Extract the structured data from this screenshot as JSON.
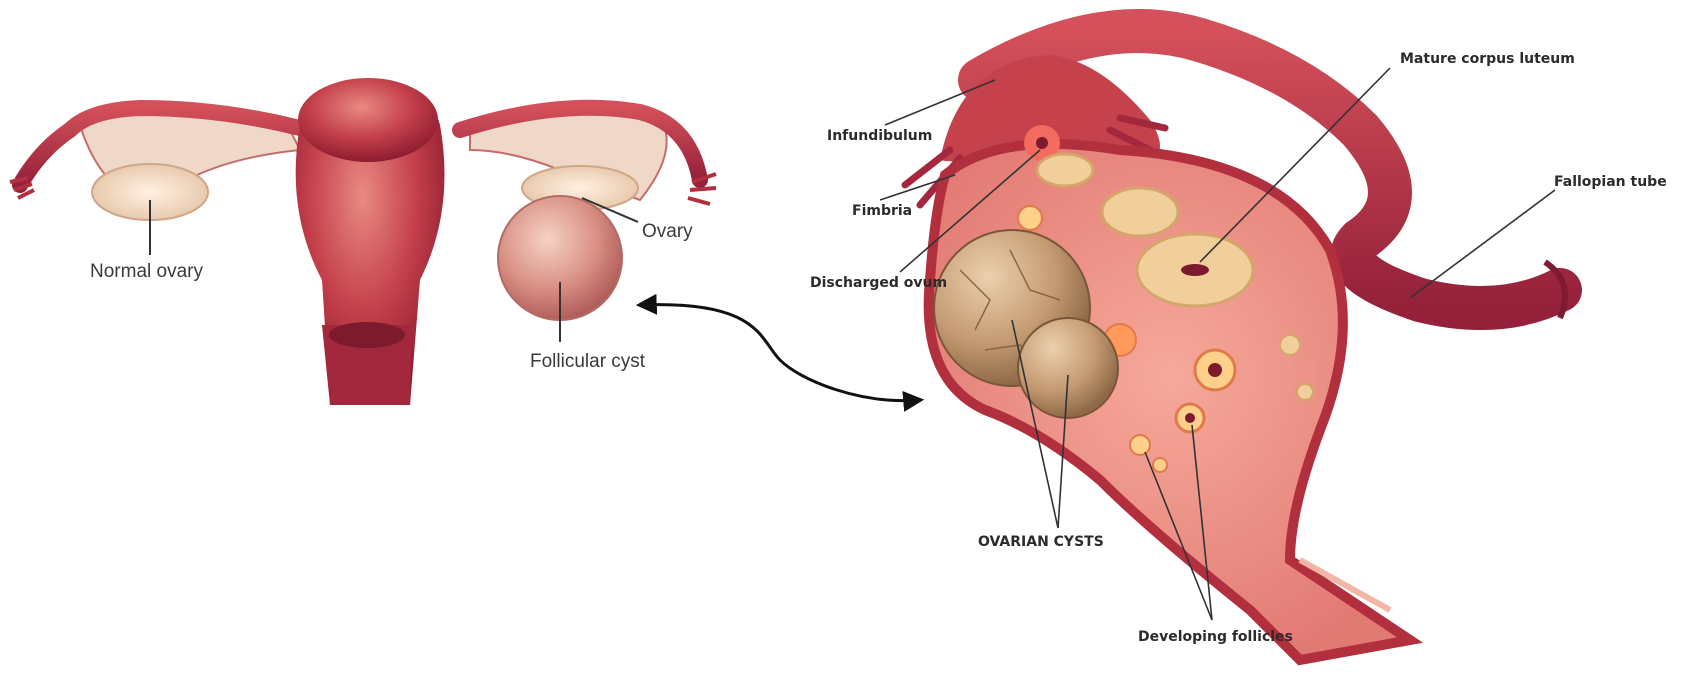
{
  "left_figure": {
    "labels": {
      "normal_ovary": "Normal ovary",
      "ovary": "Ovary",
      "follicular_cyst": "Follicular cyst"
    }
  },
  "right_figure": {
    "labels": {
      "infundibulum": "Infundibulum",
      "fimbria": "Fimbria",
      "discharged_ovum": "Discharged ovum",
      "mature_corpus_luteum": "Mature corpus luteum",
      "fallopian_tube": "Fallopian tube",
      "ovarian_cysts": "OVARIAN CYSTS",
      "developing_follicles": "Developing follicles"
    }
  },
  "colors": {
    "tissue_dark": "#a8243a",
    "tissue_mid": "#c9464f",
    "tissue_light": "#e27a74",
    "ovary_cream": "#f1d9bd",
    "cyst_tan": "#c9a27d",
    "leader_line": "#222222"
  }
}
